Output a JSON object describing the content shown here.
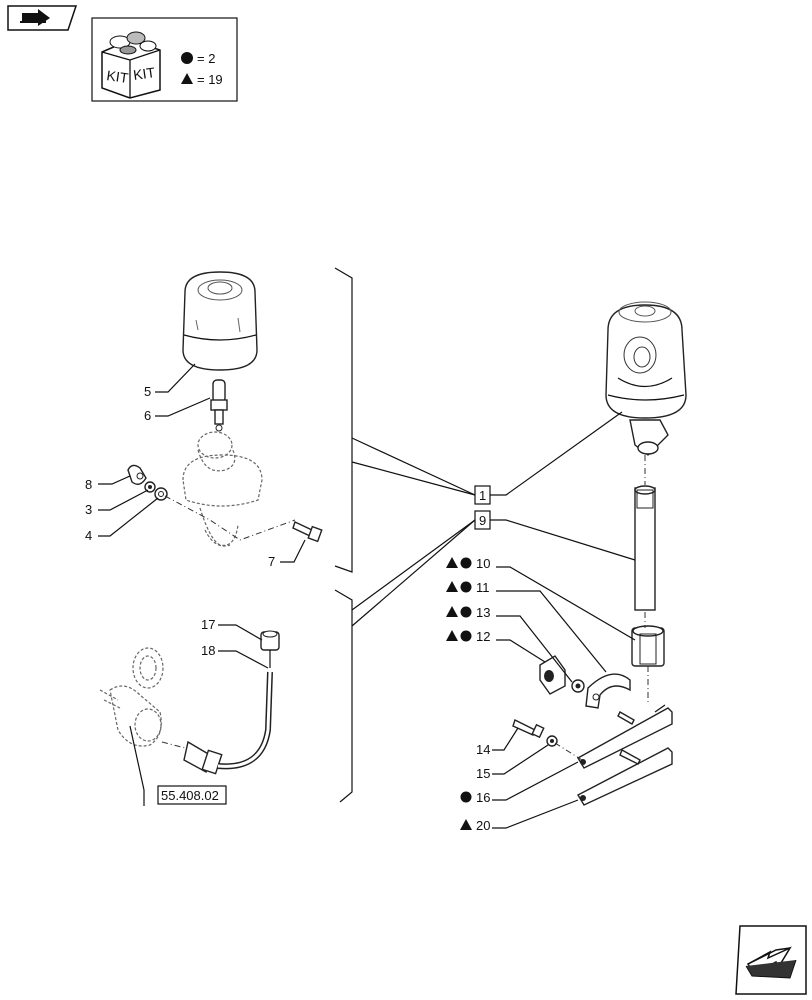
{
  "kit_legend": {
    "kit_word_1": "KIT",
    "kit_word_2": "KIT",
    "circle_count": "= 2",
    "triangle_count": "= 19"
  },
  "callouts": {
    "c5": "5",
    "c6": "6",
    "c8": "8",
    "c3": "3",
    "c4": "4",
    "c7": "7",
    "c17": "17",
    "c18": "18",
    "ref": "55.408.02",
    "box1": "1",
    "box9": "9",
    "c10": "10",
    "c11": "11",
    "c13": "13",
    "c12": "12",
    "c14": "14",
    "c15": "15",
    "c16": "16",
    "c20": "20"
  }
}
